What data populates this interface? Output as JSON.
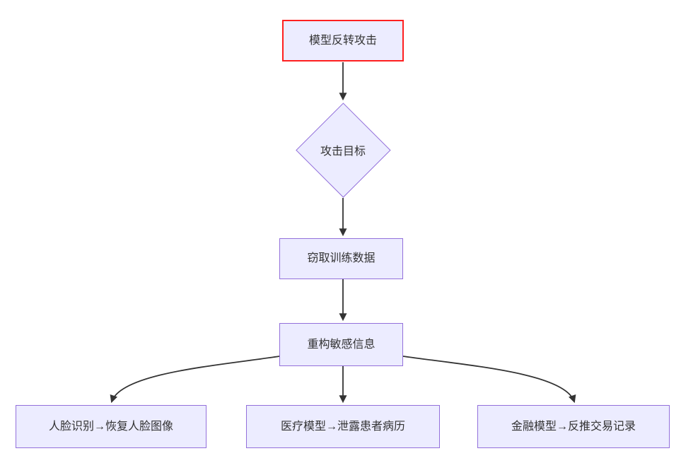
{
  "diagram": {
    "type": "flowchart",
    "direction": "top-down",
    "colors": {
      "background": "#ffffff",
      "node_fill": "#ECECFF",
      "node_border": "#9370DB",
      "highlight_border": "#ff1f1f",
      "edge": "#333333",
      "text": "#333333"
    },
    "nodes": [
      {
        "id": "root",
        "label": "模型反转攻击",
        "shape": "rect",
        "highlighted": true
      },
      {
        "id": "target",
        "label": "攻击目标",
        "shape": "diamond",
        "highlighted": false
      },
      {
        "id": "steal",
        "label": "窃取训练数据",
        "shape": "rect",
        "highlighted": false
      },
      {
        "id": "reconstruct",
        "label": "重构敏感信息",
        "shape": "rect",
        "highlighted": false
      },
      {
        "id": "face",
        "label": "人脸识别→恢复人脸图像",
        "shape": "rect",
        "highlighted": false
      },
      {
        "id": "medical",
        "label": "医疗模型→泄露患者病历",
        "shape": "rect",
        "highlighted": false
      },
      {
        "id": "finance",
        "label": "金融模型→反推交易记录",
        "shape": "rect",
        "highlighted": false
      }
    ],
    "edges": [
      {
        "from": "root",
        "to": "target"
      },
      {
        "from": "target",
        "to": "steal"
      },
      {
        "from": "steal",
        "to": "reconstruct"
      },
      {
        "from": "reconstruct",
        "to": "face"
      },
      {
        "from": "reconstruct",
        "to": "medical"
      },
      {
        "from": "reconstruct",
        "to": "finance"
      }
    ]
  }
}
